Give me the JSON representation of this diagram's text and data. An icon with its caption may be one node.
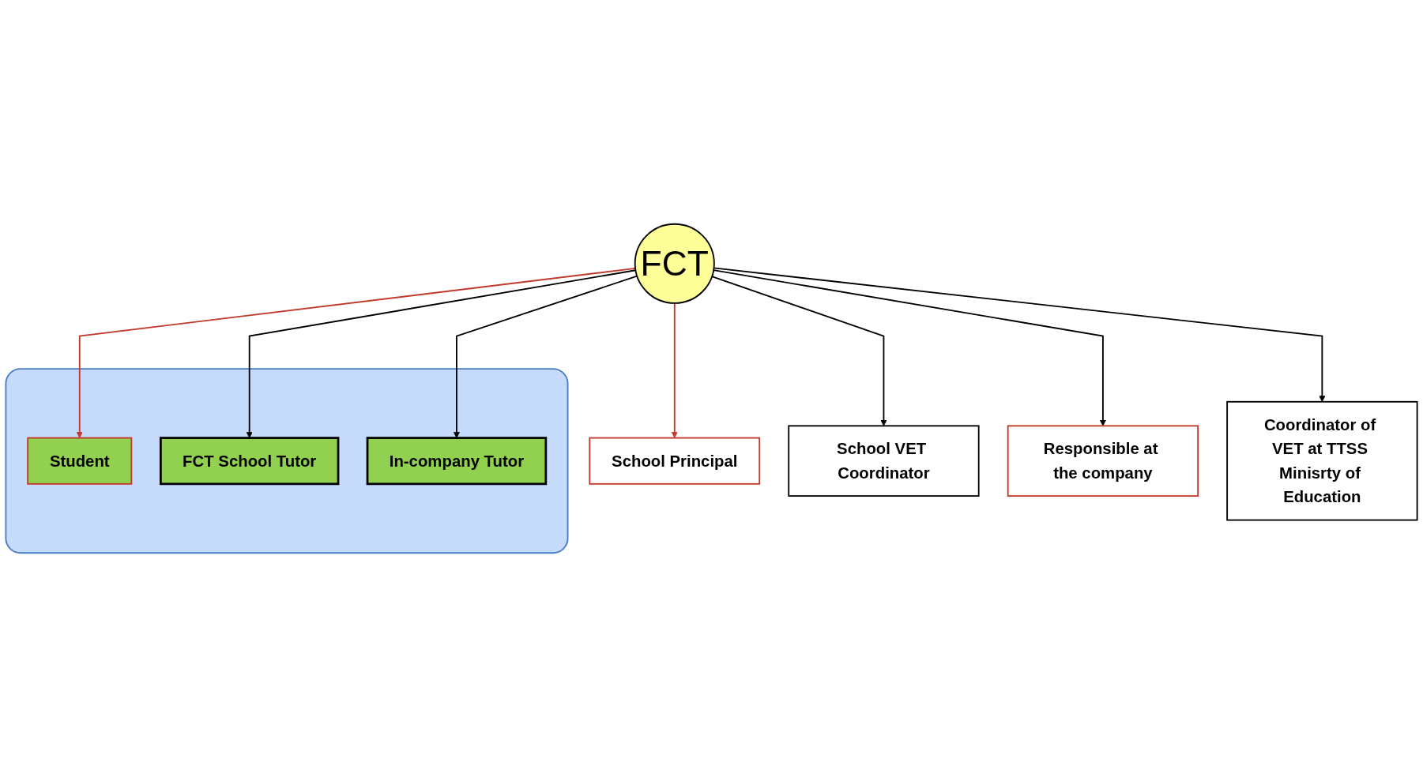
{
  "diagram": {
    "nodes": [
      {
        "text": [],
        "shape": "box"
      },
      {
        "text": [
          "Student"
        ],
        "in": 0
      },
      {
        "text": [
          "FCT School Tutor"
        ],
        "in": 0
      },
      {
        "text": [
          "In-company Tutor"
        ],
        "in": 0
      },
      {
        "text": [
          "FCT"
        ]
      },
      {
        "text": [
          "School Principal"
        ]
      },
      {
        "text": [
          "School VET Coordinator"
        ]
      },
      {
        "text": [
          "Responsible at the company"
        ]
      },
      {
        "text": [
          "Coordinator of VET at TTSS Minisrty of Education"
        ]
      }
    ],
    "edges": [
      {
        "from": 4,
        "to": 1,
        "arrow": "to",
        "color": "#c0392b"
      },
      {
        "from": 4,
        "to": 2,
        "arrow": "to"
      },
      {
        "from": 4,
        "to": 3,
        "arrow": "to"
      },
      {
        "from": 4,
        "to": 5,
        "arrow": "to",
        "color": "#c0392b"
      },
      {
        "from": 4,
        "to": 6,
        "arrow": "to"
      },
      {
        "from": 4,
        "to": 7,
        "arrow": "to"
      },
      {
        "from": 4,
        "to": 8,
        "arrow": "to"
      }
    ]
  }
}
